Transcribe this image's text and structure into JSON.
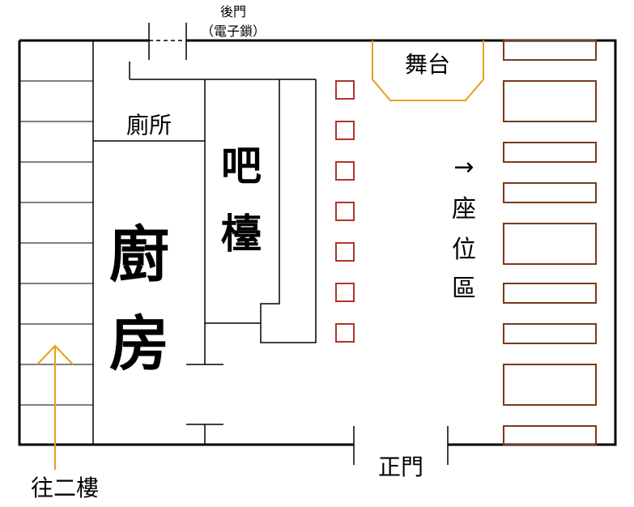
{
  "labels": {
    "back_door": "後門",
    "back_door_lock": "（電子鎖）",
    "restroom": "廁所",
    "bar_char1": "吧",
    "bar_char2": "檯",
    "kitchen_char1": "廚",
    "kitchen_char2": "房",
    "stage": "舞台",
    "seating_arrow": "→",
    "seating_char1": "座",
    "seating_char2": "位",
    "seating_char3": "區",
    "main_door": "正門",
    "to_second_floor": "往二樓"
  },
  "colors": {
    "wall": "#000000",
    "bar_stool": "#b0342a",
    "table": "#7a3a1a",
    "stage_outline": "#e3a21a",
    "stair_arrow": "#e3a21a"
  }
}
